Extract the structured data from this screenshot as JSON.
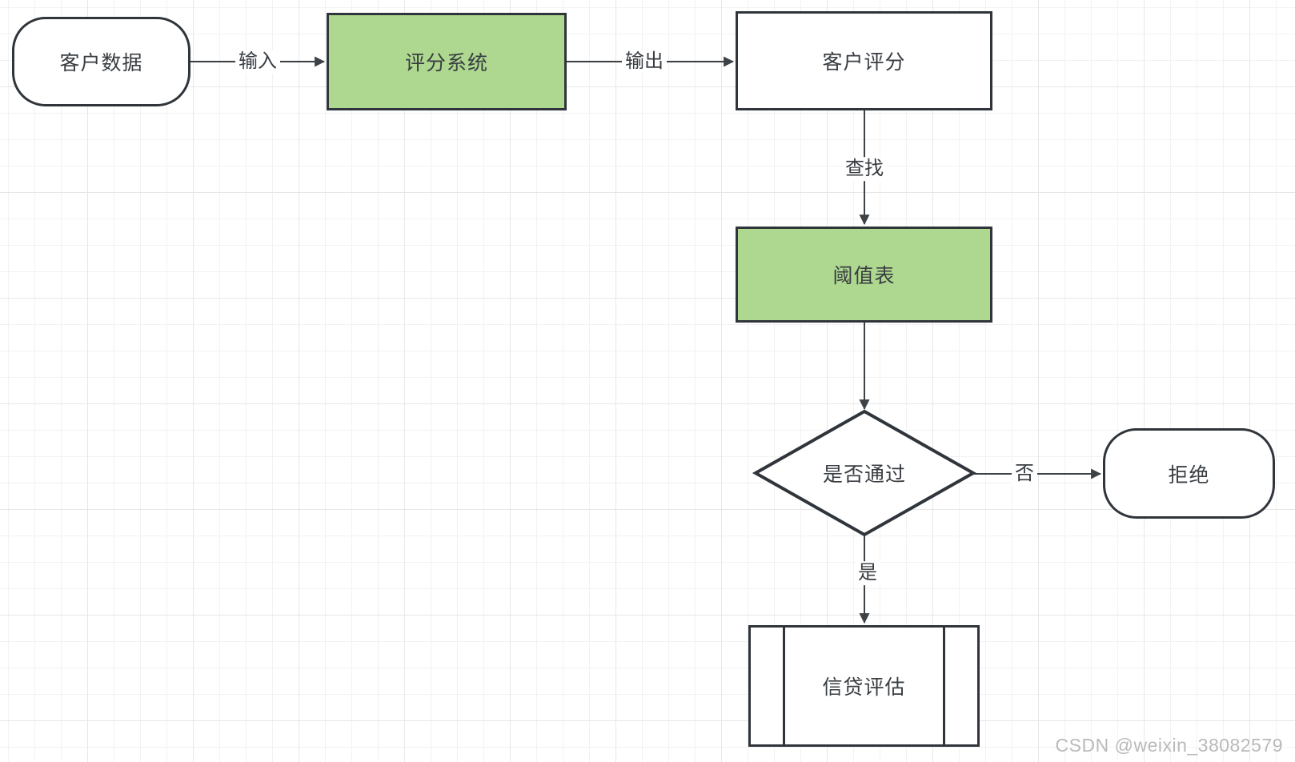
{
  "palette": {
    "stroke": "#2f353b",
    "green-fill": "#aed88f",
    "white-fill": "#ffffff",
    "text": "#383d42",
    "arrow": "#3d4247",
    "watermark": "#b9b9b9",
    "grid-minor": "#f2f2f2",
    "grid-major": "#e7e7e7",
    "bg": "#ffffff"
  },
  "diagram": {
    "type": "flowchart",
    "nodes": [
      {
        "id": "customer-data",
        "label": "客户数据",
        "shape": "terminator",
        "fill": "#ffffff"
      },
      {
        "id": "scoring-system",
        "label": "评分系统",
        "shape": "process",
        "fill": "#aed88f"
      },
      {
        "id": "customer-score",
        "label": "客户评分",
        "shape": "process",
        "fill": "#ffffff"
      },
      {
        "id": "threshold-table",
        "label": "阈值表",
        "shape": "process",
        "fill": "#aed88f"
      },
      {
        "id": "pass-decision",
        "label": "是否通过",
        "shape": "decision",
        "fill": "#ffffff"
      },
      {
        "id": "reject",
        "label": "拒绝",
        "shape": "terminator",
        "fill": "#ffffff"
      },
      {
        "id": "credit-assessment",
        "label": "信贷评估",
        "shape": "predefined-process",
        "fill": "#ffffff"
      }
    ],
    "edges": [
      {
        "from": "customer-data",
        "to": "scoring-system",
        "label": "输入"
      },
      {
        "from": "scoring-system",
        "to": "customer-score",
        "label": "输出"
      },
      {
        "from": "customer-score",
        "to": "threshold-table",
        "label": "查找"
      },
      {
        "from": "threshold-table",
        "to": "pass-decision",
        "label": ""
      },
      {
        "from": "pass-decision",
        "to": "reject",
        "label": "否"
      },
      {
        "from": "pass-decision",
        "to": "credit-assessment",
        "label": "是"
      }
    ]
  },
  "watermark": {
    "text": "CSDN @weixin_38082579"
  }
}
